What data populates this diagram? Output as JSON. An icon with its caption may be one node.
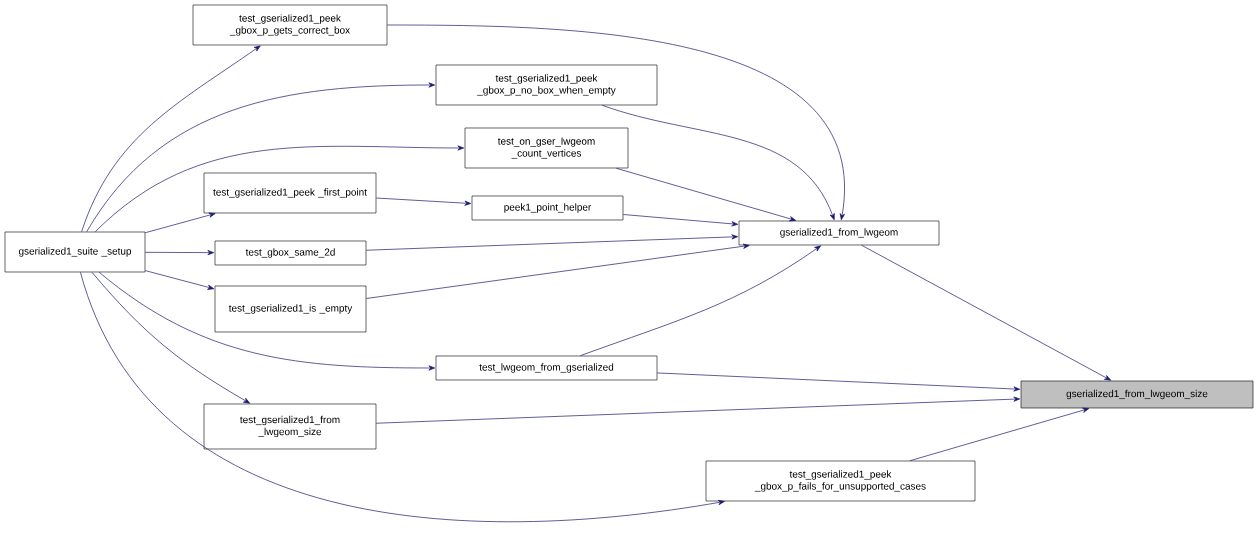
{
  "diagram": {
    "nodes": [
      {
        "text": [
          "gserialized1_suite _setup"
        ]
      },
      {
        "text": [
          "test_gserialized1_peek _gbox_p_gets_correct_box"
        ]
      },
      {
        "text": [
          "test_gserialized1_peek _gbox_p_no_box_when_empty"
        ]
      },
      {
        "text": [
          "test_on_gser_lwgeom _count_vertices"
        ]
      },
      {
        "text": [
          "test_gserialized1_peek _first_point"
        ]
      },
      {
        "text": [
          "peek1_point_helper"
        ]
      },
      {
        "text": [
          "test_gbox_same_2d"
        ]
      },
      {
        "text": [
          "gserialized1_from_lwgeom"
        ]
      },
      {
        "text": [
          "test_gserialized1_is _empty"
        ]
      },
      {
        "text": [
          "test_lwgeom_from_gserialized"
        ]
      },
      {
        "text": [
          "gserialized1_from_lwgeom_size"
        ]
      },
      {
        "text": [
          "test_gserialized1_from _lwgeom_size"
        ]
      },
      {
        "text": [
          "test_gserialized1_peek _gbox_p_fails_for_unsupported_cases"
        ]
      }
    ],
    "edges": [
      {
        "from": 0,
        "to": 1,
        "arrow": "to"
      },
      {
        "from": 0,
        "to": 2,
        "arrow": "to"
      },
      {
        "from": 0,
        "to": 3,
        "arrow": "to"
      },
      {
        "from": 0,
        "to": 4,
        "arrow": "to"
      },
      {
        "from": 0,
        "to": 6,
        "arrow": "to"
      },
      {
        "from": 0,
        "to": 8,
        "arrow": "to"
      },
      {
        "from": 0,
        "to": 9,
        "arrow": "to"
      },
      {
        "from": 0,
        "to": 11,
        "arrow": "to"
      },
      {
        "from": 0,
        "to": 12,
        "arrow": "to"
      },
      {
        "from": 1,
        "to": 7,
        "arrow": "to"
      },
      {
        "from": 2,
        "to": 7,
        "arrow": "to"
      },
      {
        "from": 3,
        "to": 7,
        "arrow": "to"
      },
      {
        "from": 4,
        "to": 5,
        "arrow": "to"
      },
      {
        "from": 5,
        "to": 7,
        "arrow": "to"
      },
      {
        "from": 6,
        "to": 7,
        "arrow": "to"
      },
      {
        "from": 8,
        "to": 7,
        "arrow": "to"
      },
      {
        "from": 9,
        "to": 7,
        "arrow": "to"
      },
      {
        "from": 7,
        "to": 10,
        "arrow": "to"
      },
      {
        "from": 9,
        "to": 10,
        "arrow": "to"
      },
      {
        "from": 11,
        "to": 10,
        "arrow": "to"
      },
      {
        "from": 12,
        "to": 10,
        "arrow": "to"
      }
    ]
  }
}
